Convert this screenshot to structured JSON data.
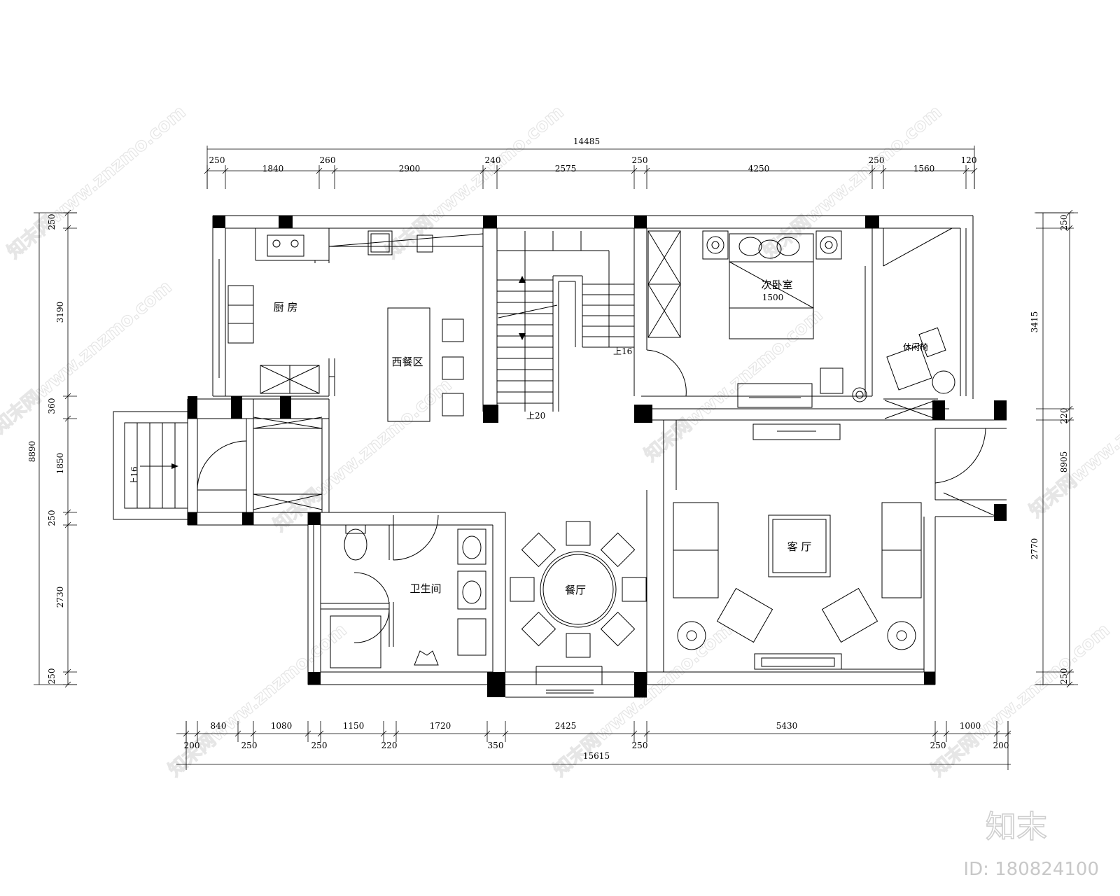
{
  "dimensions": {
    "top_overall": "14485",
    "top_segments": [
      "250",
      "1840",
      "260",
      "2900",
      "240",
      "2575",
      "250",
      "4250",
      "250",
      "1560",
      "120"
    ],
    "bottom_upper": [
      "840",
      "1080",
      "1150",
      "1720",
      "2425",
      "5430",
      "1000"
    ],
    "bottom_lower": [
      "200",
      "250",
      "250",
      "220",
      "350",
      "250",
      "250",
      "200"
    ],
    "bottom_overall": "15615",
    "left_overall": "8890",
    "left_segments": [
      "250",
      "3190",
      "360",
      "1850",
      "250",
      "2730",
      "250"
    ],
    "right_overall": "8905",
    "right_segments": [
      "250",
      "3415",
      "220",
      "2770",
      "250"
    ]
  },
  "rooms": {
    "kitchen": "厨 房",
    "western_dining": "西餐区",
    "second_bedroom": "次卧室",
    "bed_width": "1500",
    "living_room": "客 厅",
    "dining_room": "餐厅",
    "bathroom": "卫生间",
    "study_chair": "休闲椅"
  },
  "stair_labels": {
    "upper": "上16",
    "lower": "上20",
    "entry_steps": "上16"
  },
  "watermark": {
    "text": "知末网www.znzmo.com",
    "logo": "知末",
    "id": "ID: 180824100"
  }
}
